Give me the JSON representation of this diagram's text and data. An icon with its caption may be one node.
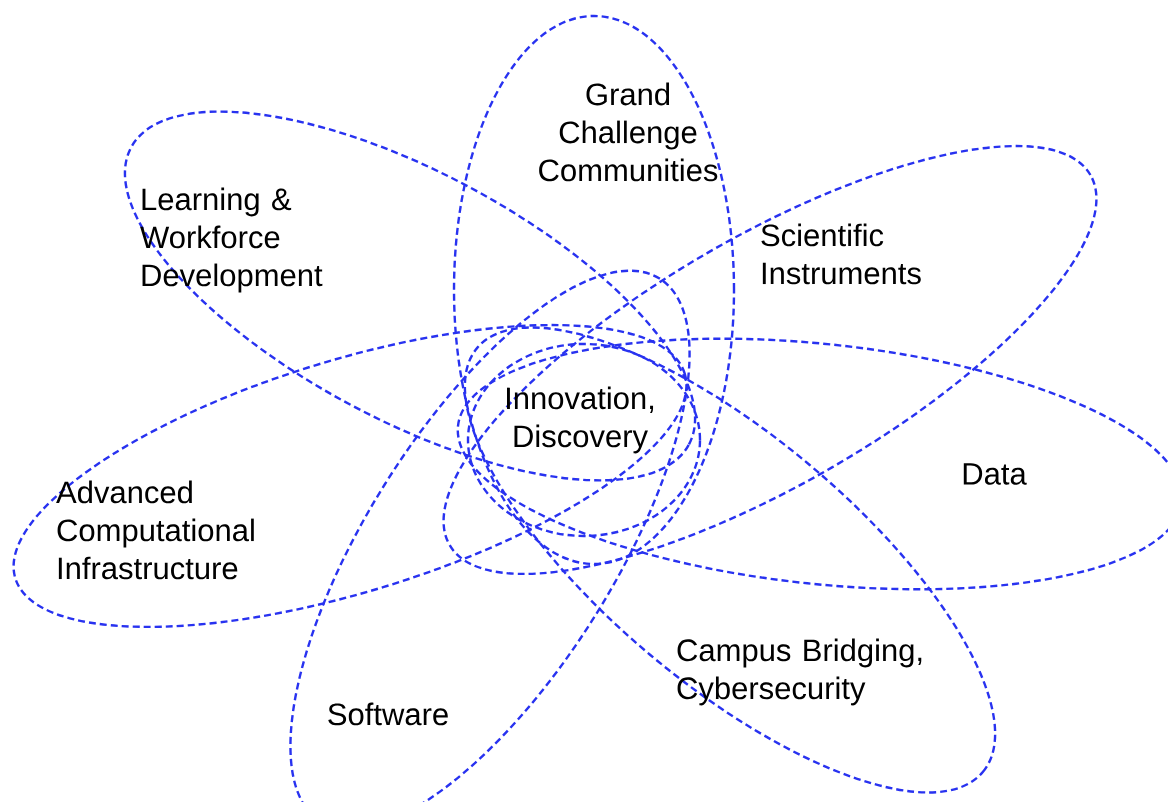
{
  "diagram": {
    "nodes": [
      {
        "text": [
          "Grand Challenge Communities"
        ]
      },
      {
        "text": [
          "Learning & Workforce Development"
        ]
      },
      {
        "text": [
          "Scientific Instruments"
        ]
      },
      {
        "text": [
          "Advanced Computational Infrastructure"
        ]
      },
      {
        "text": [
          "Innovation, Discovery"
        ]
      },
      {
        "text": [
          "Data"
        ]
      },
      {
        "text": [
          "Software"
        ]
      },
      {
        "text": [
          "Campus Bridging, Cybersecurity"
        ]
      }
    ]
  }
}
